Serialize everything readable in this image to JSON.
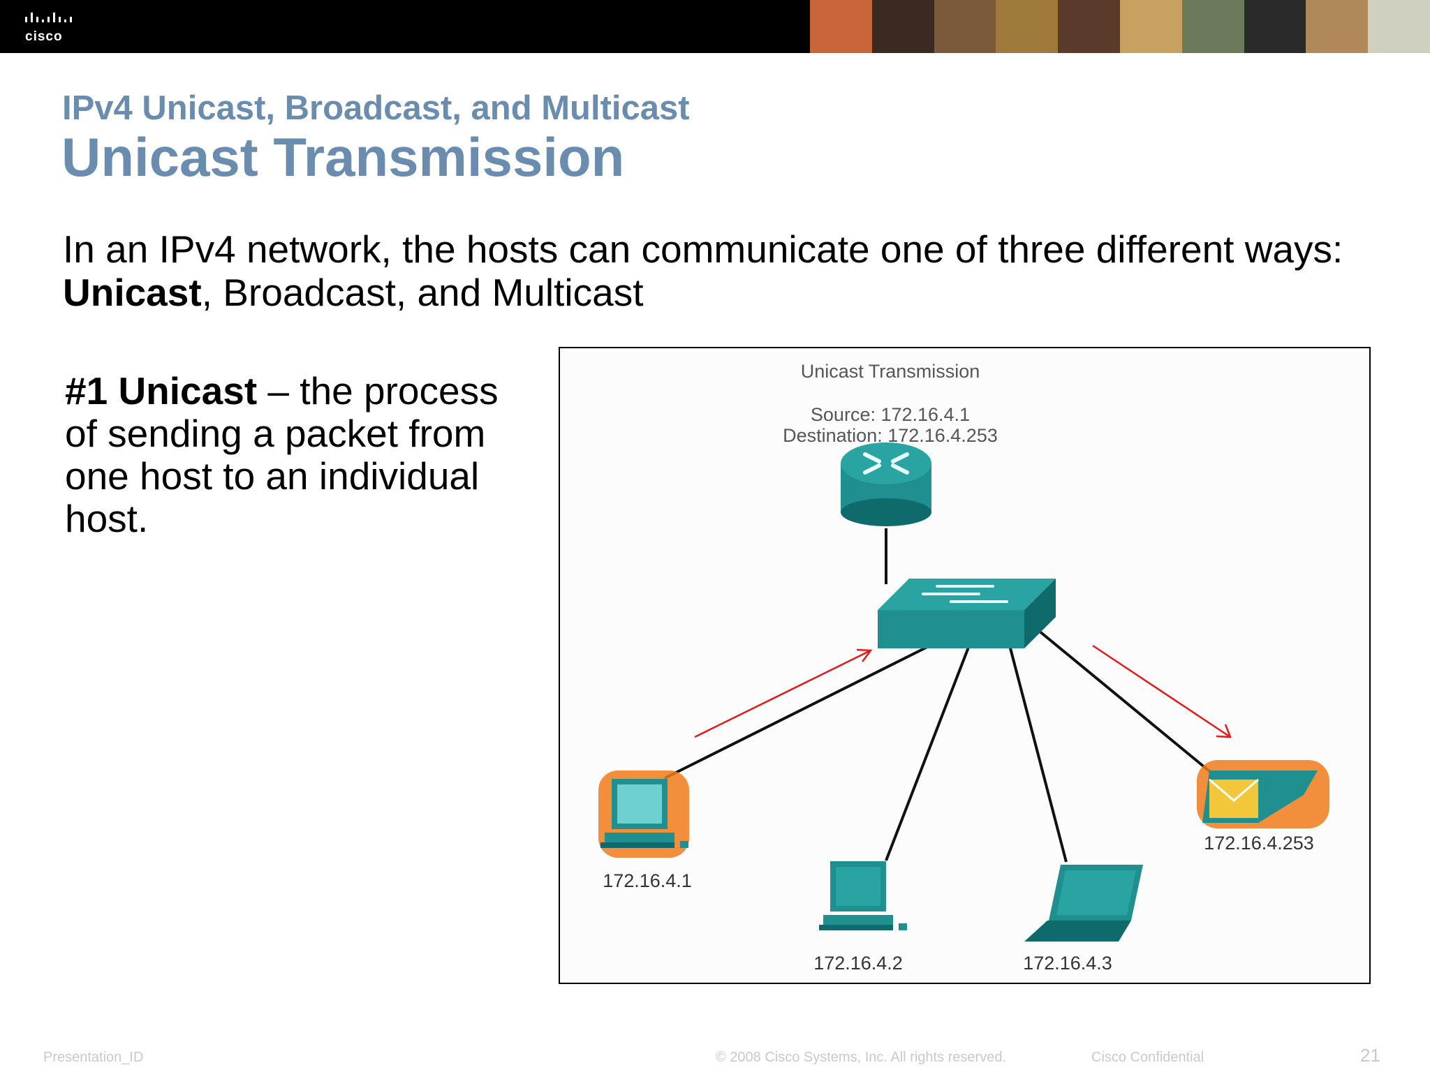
{
  "header": {
    "logo_text": "cisco",
    "photo_colors": [
      "#c8663a",
      "#3b2a22",
      "#7a5a3a",
      "#a07a3a",
      "#5a3a2a",
      "#c8a060",
      "#6a7a5a",
      "#2a2a2a",
      "#b0885a",
      "#d0d0c0"
    ]
  },
  "slide": {
    "kicker": "IPv4 Unicast, Broadcast, and Multicast",
    "title": "Unicast Transmission",
    "intro_line1": "In an IPv4 network, the hosts can communicate one of three different ways:",
    "intro_bold": "Unicast",
    "intro_rest": ", Broadcast, and Multicast",
    "bullet_bold": "#1 Unicast",
    "bullet_rest": " – the process of sending a packet from one host to an individual host."
  },
  "diagram": {
    "title": "Unicast Transmission",
    "source": "Source: 172.16.4.1",
    "destination": "Destination: 172.16.4.253",
    "hosts": [
      "172.16.4.1",
      "172.16.4.2",
      "172.16.4.3",
      "172.16.4.253"
    ],
    "colors": {
      "device": "#1f8f8f",
      "device_dark": "#0f6b6b",
      "highlight": "#f07a1a",
      "arrow": "#e01b1b",
      "envelope": "#f2c83a"
    }
  },
  "footer": {
    "presentation_id": "Presentation_ID",
    "copyright": "© 2008 Cisco Systems, Inc. All rights reserved.",
    "confidential": "Cisco Confidential",
    "page_number": "21"
  }
}
